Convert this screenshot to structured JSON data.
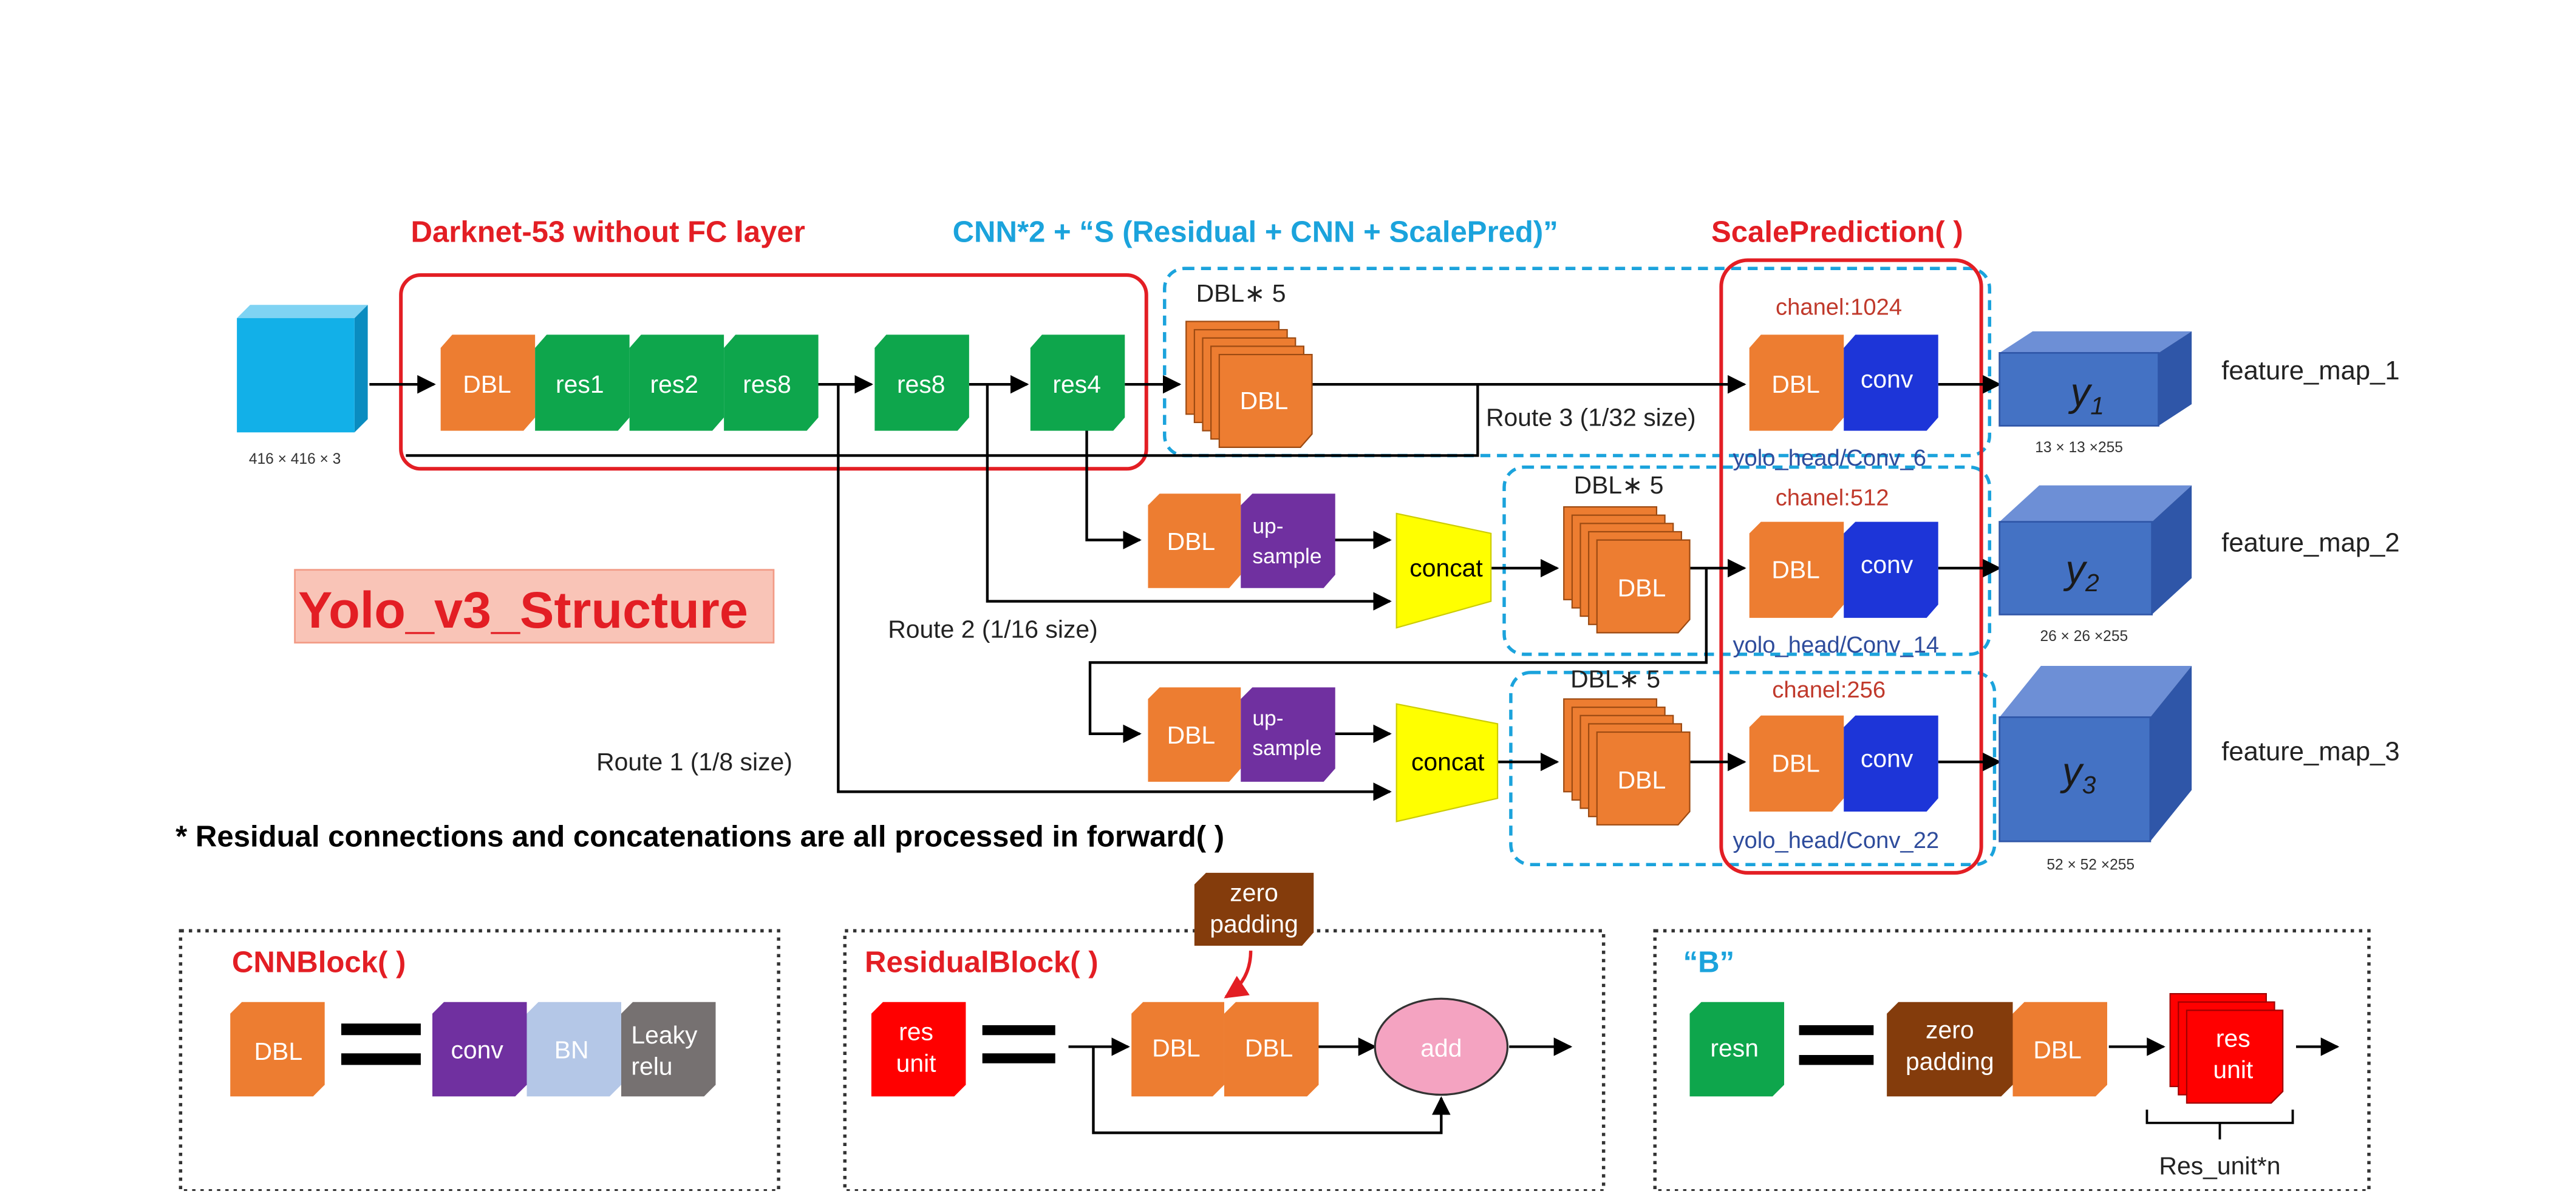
{
  "headers": {
    "darknet": "Darknet-53 without FC layer",
    "cnn": "CNN*2 + “S (Residual + CNN + ScalePred)”",
    "scalepred": "ScalePrediction( )"
  },
  "colors": {
    "red": "#e31e24",
    "cyan": "#1ba3dc",
    "orange": "#ed7d31",
    "green": "#0ea64c",
    "purple": "#7030a0",
    "blue": "#1d35d8",
    "yellow": "#ffff00",
    "output_blue": "#4472c4",
    "lightblue": "#b4c7e7",
    "gray": "#767171",
    "brown": "#843c0c",
    "pink": "#f4a3c1",
    "input_blue": "#12b0e8"
  },
  "input": {
    "dims": "416 × 416 × 3"
  },
  "backbone": {
    "dbl": "DBL",
    "res1": "res1",
    "res2": "res2",
    "res8a": "res8",
    "res8b": "res8",
    "res4": "res4"
  },
  "routes": {
    "r1": "Route 1 (1/8 size)",
    "r2": "Route 2 (1/16 size)",
    "r3": "Route 3 (1/32 size)"
  },
  "branches": {
    "dbl5_label": "DBL∗ 5",
    "dbl": "DBL",
    "upsample": "up-\nsample",
    "concat": "concat",
    "conv": "conv",
    "chanels": [
      "chanel:1024",
      "chanel:512",
      "chanel:256"
    ],
    "heads": [
      "yolo_head/Conv_6",
      "yolo_head/Conv_14",
      "yolo_head/Conv_22"
    ]
  },
  "outputs": [
    {
      "label": "y",
      "sub": "1",
      "dims": "13 × 13 ×255",
      "name": "feature_map_1"
    },
    {
      "label": "y",
      "sub": "2",
      "dims": "26 × 26 ×255",
      "name": "feature_map_2"
    },
    {
      "label": "y",
      "sub": "3",
      "dims": "52 × 52 ×255",
      "name": "feature_map_3"
    }
  ],
  "structure_title": "Yolo_v3_Structure",
  "note": "* Residual connections and concatenations are all processed in forward( )",
  "legend": {
    "cnnblock": {
      "title": "CNNBlock( )",
      "dbl": "DBL",
      "conv": "conv",
      "bn": "BN",
      "leaky": "Leaky\nrelu"
    },
    "residual": {
      "title": "ResidualBlock( )",
      "res_unit": "res\nunit",
      "zero_padding": "zero\npadding",
      "dbl1": "DBL",
      "dbl2": "DBL",
      "add": "add"
    },
    "b": {
      "title": "“B”",
      "resn": "resn",
      "zero_padding": "zero\npadding",
      "dbl": "DBL",
      "res_unit": "res\nunit",
      "res_unit_n": "Res_unit*n"
    }
  }
}
